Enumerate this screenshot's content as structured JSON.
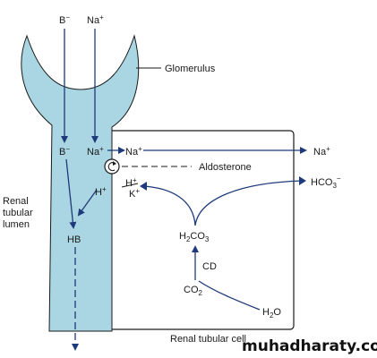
{
  "colors": {
    "tubule_fill": "#a9d6e2",
    "arrow": "#1f3a7a",
    "line": "#1a1a1a"
  },
  "labels": {
    "top_b": "B",
    "top_na": "Na",
    "glomerulus": "Glomerulus",
    "b_inner": "B",
    "na_inner": "Na",
    "na_cell": "Na",
    "na_out": "Na",
    "aldosterone": "Aldosterone",
    "renal": "Renal",
    "tubular": "tubular",
    "lumen": "lumen",
    "h_left": "H",
    "h_exchanger": "H",
    "k_exchanger": "K",
    "hco3_base": "HCO",
    "hco3_sub": "3",
    "h2co3_h": "H",
    "h2co3_2": "2",
    "h2co3_co": "CO",
    "h2co3_3": "3",
    "hb": "HB",
    "cd": "CD",
    "co2_base": "CO",
    "co2_sub": "2",
    "h2o_h": "H",
    "h2o_sub": "2",
    "h2o_o": "O",
    "cell_label": "Renal tubular cell",
    "watermark": "muhadharaty.com",
    "minus": "−",
    "plus": "+"
  },
  "icons": {
    "pump": "circular-pump-icon"
  }
}
